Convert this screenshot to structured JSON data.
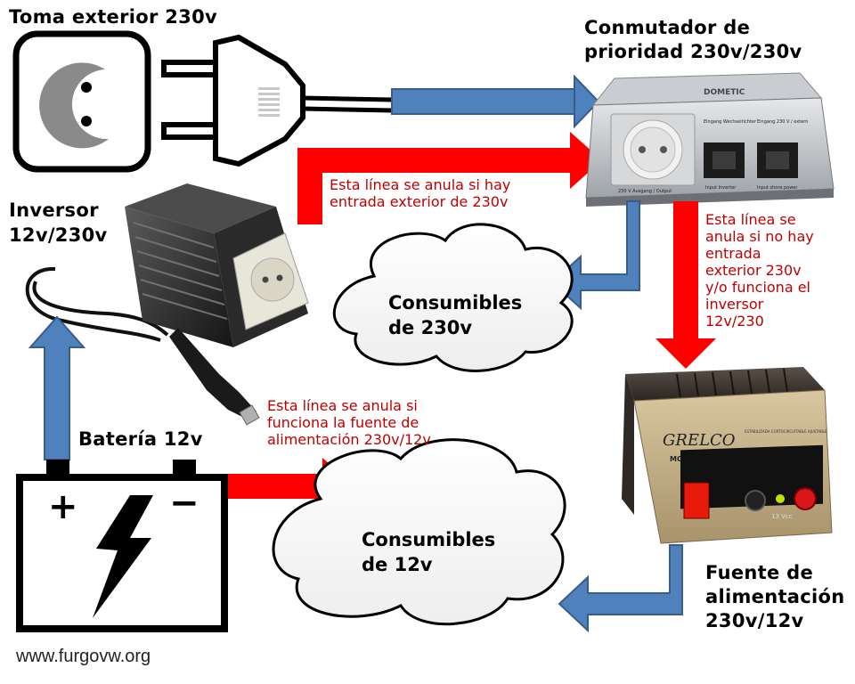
{
  "labels": {
    "outdoor_socket": "Toma exterior 230v",
    "switch": [
      "Conmutador de",
      "prioridad 230v/230v"
    ],
    "inverter": [
      "Inversor",
      "12v/230v"
    ],
    "battery": "Batería 12v",
    "power_supply": [
      "Fuente de",
      "alimentación",
      "230v/12v"
    ]
  },
  "consumers": {
    "ac": [
      "Consumibles",
      "de 230v"
    ],
    "dc": [
      "Consumibles",
      "de 12v"
    ]
  },
  "notes": {
    "inverter_line": [
      "Esta línea se anula si hay",
      "entrada exterior de 230v"
    ],
    "supply_line": [
      "Esta línea se",
      "anula si no hay",
      "entrada",
      "exterior 230v",
      "y/o funciona el",
      "inversor",
      "12v/230"
    ],
    "battery_line": [
      "Esta línea se anula si",
      "funciona la fuente de",
      "alimentación 230v/12v"
    ]
  },
  "device_text": {
    "switch_brand": "DOMETIC",
    "switch_input_inverter": "Eingang Wechselrichter",
    "switch_input_shore": "Eingang 230 V / extern",
    "switch_output": "230 V Ausgang / Output",
    "switch_caption_inverter": "Input Inverter",
    "switch_caption_shore": "Input shore power",
    "psu_brand": "GRELCO",
    "psu_model": "MODELO",
    "psu_voltage": "13 Vcc",
    "psu_desc": "ESTABILIZADA CORTOCIRCUITABLE AJUSTABLE"
  },
  "battery_marks": {
    "plus": "+",
    "minus": "−"
  },
  "website": "www.furgovw.org",
  "colors": {
    "blue_arrow": "#4f81bd",
    "red_arrow": "#ff0000",
    "note_text": "#c00000"
  }
}
